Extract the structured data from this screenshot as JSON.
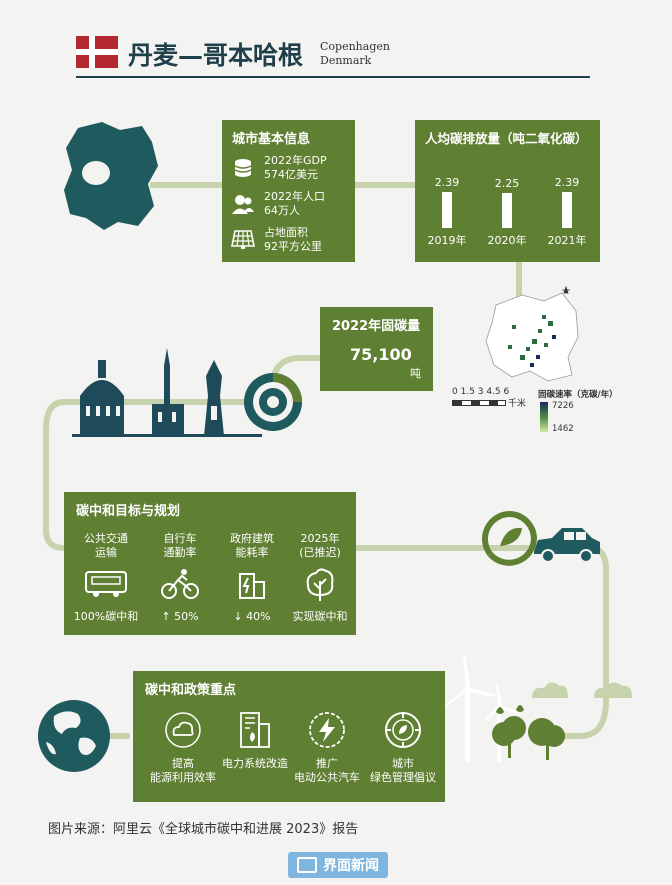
{
  "header": {
    "title_cn": "丹麦—哥本哈根",
    "title_en_line1": "Copenhagen",
    "title_en_line2": "Denmark"
  },
  "basic_info": {
    "title": "城市基本信息",
    "items": [
      {
        "icon": "database-icon",
        "line1": "2022年GDP",
        "line2": "574亿美元"
      },
      {
        "icon": "people-icon",
        "line1": "2022年人口",
        "line2": "64万人"
      },
      {
        "icon": "solar-panel-icon",
        "line1": "占地面积",
        "line2": "92平方公里"
      }
    ]
  },
  "emissions": {
    "title": "人均碳排放量（吨二氧化碳）",
    "bars": [
      {
        "year": "2019年",
        "value": 2.39
      },
      {
        "year": "2020年",
        "value": 2.25
      },
      {
        "year": "2021年",
        "value": 2.39
      }
    ]
  },
  "sequestration": {
    "title": "2022年固碳量",
    "value": "75,100",
    "unit": "吨"
  },
  "map_legend": {
    "scale_ticks": "0 1.5 3 4.5 6",
    "scale_unit": "千米",
    "title": "固碳速率（克碳/年）",
    "max": "7226",
    "min": "1462"
  },
  "goals": {
    "title": "碳中和目标与规划",
    "items": [
      {
        "icon": "bus-icon",
        "label1": "公共交通",
        "label2": "运输",
        "value": "100%碳中和"
      },
      {
        "icon": "cyclist-icon",
        "label1": "自行车",
        "label2": "通勤率",
        "value": "↑ 50%"
      },
      {
        "icon": "building-energy-icon",
        "label1": "政府建筑",
        "label2": "能耗率",
        "value": "↓ 40%"
      },
      {
        "icon": "tree-icon",
        "label1": "2025年",
        "label2": "(已推迟)",
        "value": "实现碳中和"
      }
    ]
  },
  "policy": {
    "title": "碳中和政策重点",
    "items": [
      {
        "icon": "cloud-energy-icon",
        "label1": "提高",
        "label2": "能源利用效率"
      },
      {
        "icon": "power-system-icon",
        "label1": "电力系统改造",
        "label2": ""
      },
      {
        "icon": "electric-bus-icon",
        "label1": "推广",
        "label2": "电动公共汽车"
      },
      {
        "icon": "green-management-icon",
        "label1": "城市",
        "label2": "绿色管理倡议"
      }
    ]
  },
  "source": "图片来源：阿里云《全球城市碳中和进展 2023》报告",
  "watermark": "界面新闻",
  "colors": {
    "panel": "#5f7f32",
    "dark_teal": "#1f5a5e",
    "road": "#c7d3ad"
  }
}
